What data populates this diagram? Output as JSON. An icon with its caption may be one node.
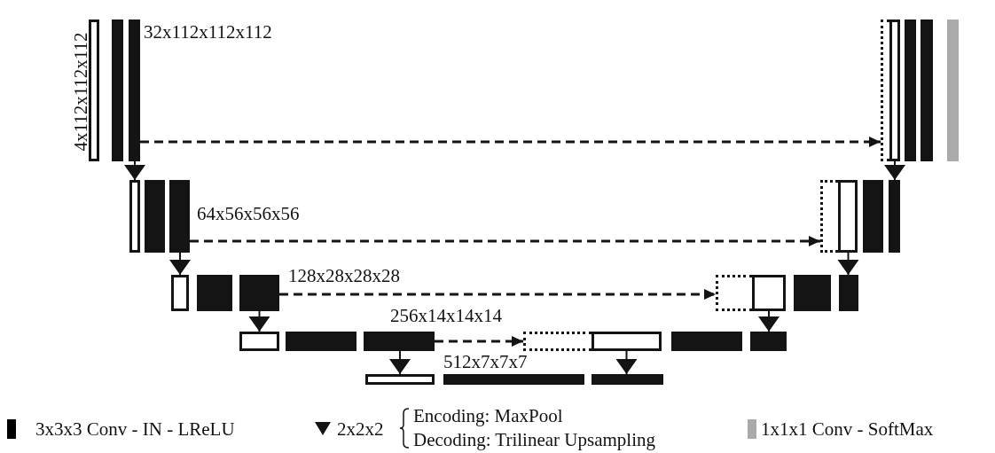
{
  "diagram": {
    "nodes": [
      {
        "text": [],
        "shape": "bar",
        "beside": [
          "4x112x112x112"
        ]
      },
      {
        "text": [],
        "shape": "bar"
      },
      {
        "text": [],
        "shape": "bar",
        "beside": [
          "32x112x112x112"
        ]
      },
      {
        "text": [],
        "shape": "bar"
      },
      {
        "text": [],
        "shape": "bar"
      },
      {
        "text": [],
        "shape": "bar"
      },
      {
        "text": [],
        "shape": "bar"
      },
      {
        "text": [],
        "shape": "bar"
      },
      {
        "text": [],
        "shape": "bar"
      },
      {
        "text": [],
        "shape": "bar"
      },
      {
        "text": [],
        "shape": "bar",
        "beside": [
          "64x56x56x56"
        ]
      },
      {
        "text": [],
        "shape": "bar"
      },
      {
        "text": [],
        "shape": "bar"
      },
      {
        "text": [],
        "shape": "bar"
      },
      {
        "text": [],
        "shape": "bar"
      },
      {
        "text": [],
        "shape": "bar"
      },
      {
        "text": [],
        "shape": "bar"
      },
      {
        "text": [],
        "shape": "bar",
        "beside": [
          "128x28x28x28"
        ]
      },
      {
        "text": [],
        "shape": "bar"
      },
      {
        "text": [],
        "shape": "bar"
      },
      {
        "text": [],
        "shape": "bar"
      },
      {
        "text": [],
        "shape": "bar"
      },
      {
        "text": [],
        "shape": "bar"
      },
      {
        "text": [],
        "shape": "bar"
      },
      {
        "text": [],
        "shape": "bar",
        "beside": [
          "256x14x14x14"
        ]
      },
      {
        "text": [],
        "shape": "bar"
      },
      {
        "text": [],
        "shape": "bar"
      },
      {
        "text": [],
        "shape": "bar"
      },
      {
        "text": [],
        "shape": "bar"
      },
      {
        "text": [],
        "shape": "bar"
      },
      {
        "text": [],
        "shape": "bar",
        "beside": [
          "512x7x7x7"
        ]
      },
      {
        "text": [],
        "shape": "bar"
      }
    ],
    "edges": [
      {
        "from": 2,
        "to": 3,
        "arrow": "to",
        "style": "dashed"
      },
      {
        "from": 10,
        "to": 11,
        "arrow": "to",
        "style": "dashed"
      },
      {
        "from": 17,
        "to": 18,
        "arrow": "to",
        "style": "dashed"
      },
      {
        "from": 24,
        "to": 25,
        "arrow": "to",
        "style": "dashed"
      },
      {
        "from": 2,
        "to": 8,
        "arrow": "to"
      },
      {
        "from": 10,
        "to": 15,
        "arrow": "to"
      },
      {
        "from": 17,
        "to": 22,
        "arrow": "to"
      },
      {
        "from": 24,
        "to": 29,
        "arrow": "to"
      },
      {
        "from": 26,
        "to": 31,
        "arrow": "to"
      },
      {
        "from": 19,
        "to": 28,
        "arrow": "to"
      },
      {
        "from": 12,
        "to": 21,
        "arrow": "to"
      },
      {
        "from": 4,
        "to": 14,
        "arrow": "to"
      }
    ],
    "labels": [
      "Encoding: MaxPool",
      "Decoding: Trilinear Upsampling"
    ],
    "legend": [
      {
        "text": "3x3x3 Conv - IN - LReLU",
        "color": "#000000"
      },
      {
        "text": "2x2x2"
      },
      {
        "text": "1x1x1 Conv - SoftMax",
        "color": "#aaaaaa"
      }
    ]
  }
}
